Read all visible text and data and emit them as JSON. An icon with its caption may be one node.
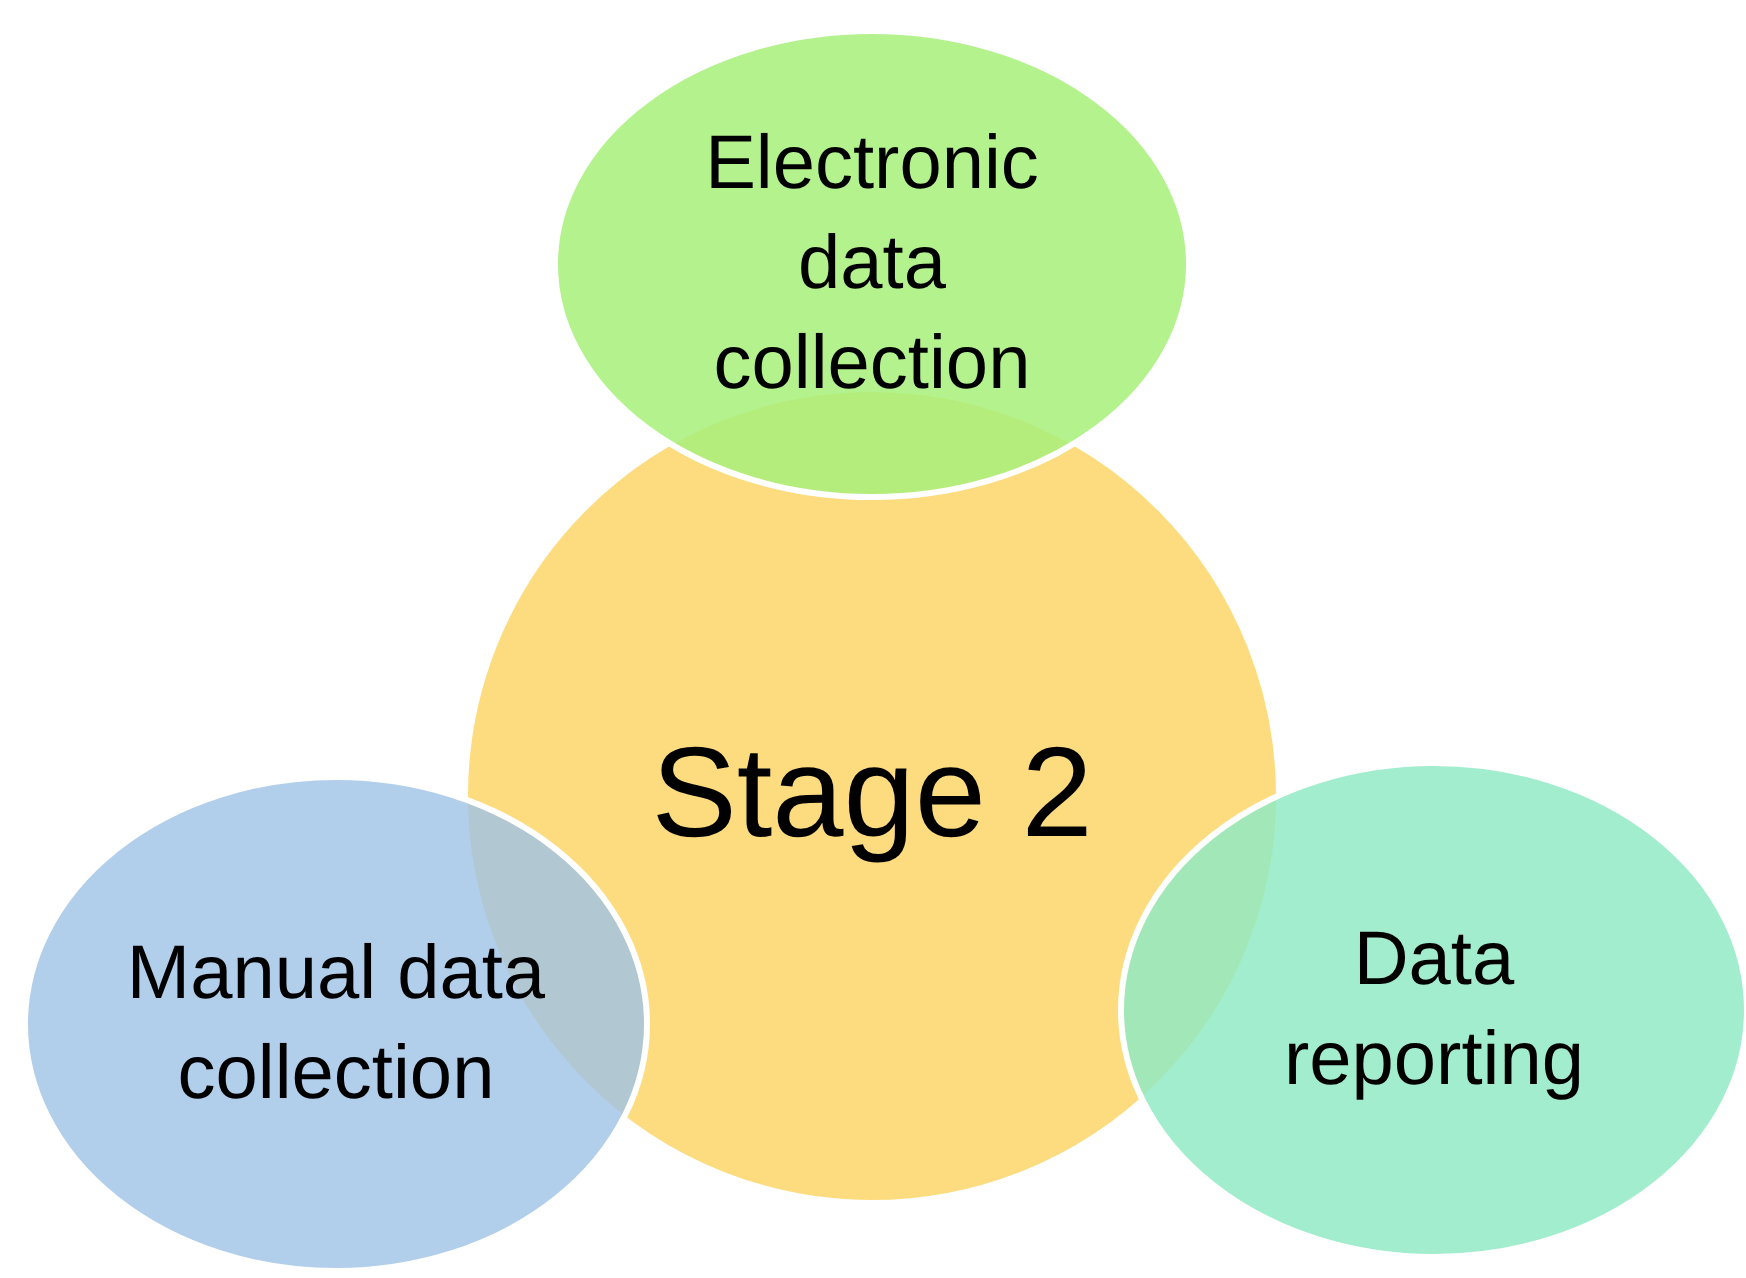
{
  "diagram": {
    "nodes": [
      {
        "text": [
          "Electronic data collection"
        ]
      },
      {
        "text": [
          "Stage 2"
        ]
      },
      {
        "text": [
          "Manual data collection"
        ]
      },
      {
        "text": [
          "Data reporting"
        ]
      }
    ]
  }
}
